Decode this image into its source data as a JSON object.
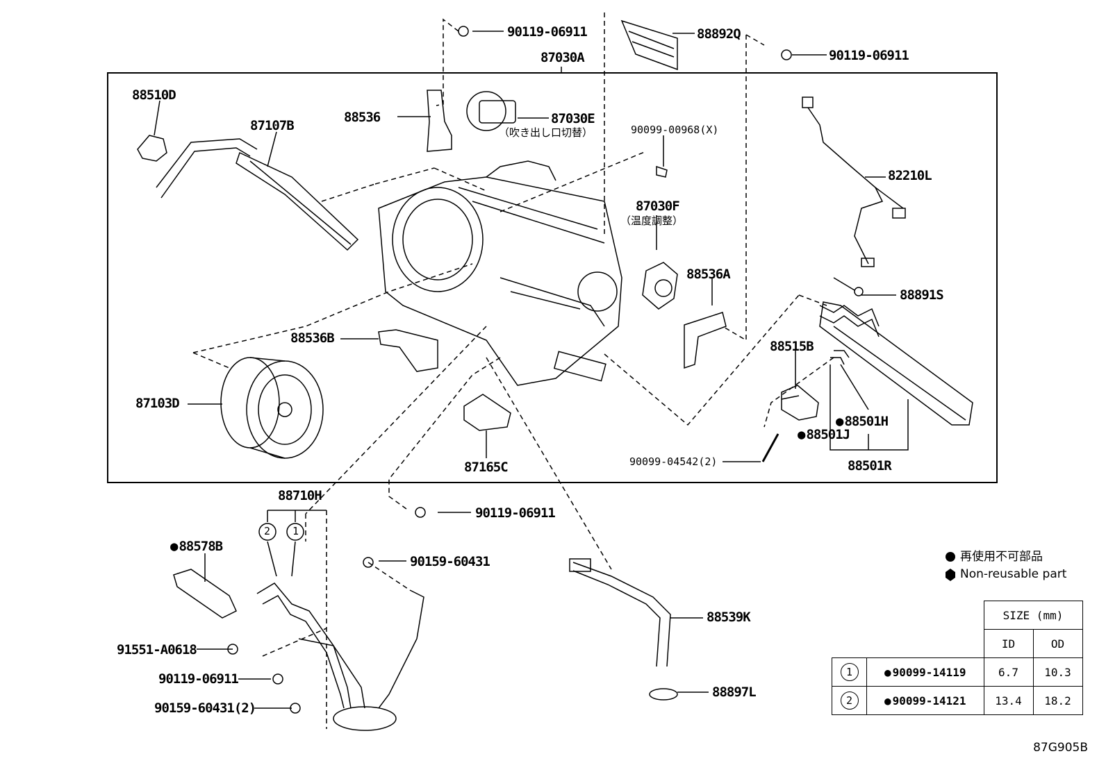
{
  "labels": {
    "p87030A": "87030A",
    "p88892Q": "88892Q",
    "p88510D": "88510D",
    "p87107B": "87107B",
    "p88536": "88536",
    "p87030E": "87030E",
    "p87030E_note": "（吹き出し口切替）",
    "p90099_00968": "90099-00968(X)",
    "p87030F": "87030F",
    "p87030F_note": "（温度調整）",
    "p82210L": "82210L",
    "p88891S": "88891S",
    "p88536A": "88536A",
    "p88536B": "88536B",
    "p87103D": "87103D",
    "p87165C": "87165C",
    "p88515B": "88515B",
    "p88501H": "88501H",
    "p88501J": "88501J",
    "p88501R": "88501R",
    "p90099_04542": "90099-04542(2)",
    "p90119_a": "90119-06911",
    "p90119_b": "90119-06911",
    "p90119_c": "90119-06911",
    "p90119_d": "90119-06911",
    "p88710H": "88710H",
    "p88578B": "88578B",
    "p90159_a": "90159-60431",
    "p91551": "91551-A0618",
    "p90159_b": "90159-60431(2)",
    "p88539K": "88539K",
    "p88897L": "88897L",
    "callout1": "1",
    "callout2": "2"
  },
  "legend": {
    "jp": "再使用不可部品",
    "en": "Non-reusable part"
  },
  "size_table": {
    "header": "SIZE (mm)",
    "col_id": "ID",
    "col_od": "OD",
    "rows": [
      {
        "ref": "1",
        "part": "90099-14119",
        "id": "6.7",
        "od": "10.3"
      },
      {
        "ref": "2",
        "part": "90099-14121",
        "id": "13.4",
        "od": "18.2"
      }
    ]
  },
  "diagram_code": "87G905B"
}
